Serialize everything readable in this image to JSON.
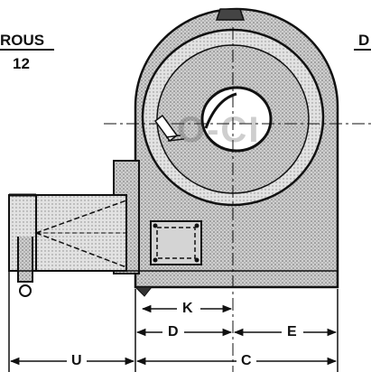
{
  "header": {
    "left_word": "ROUS",
    "left_number": "12",
    "right_letter": "D"
  },
  "watermark": "O-CI",
  "dimensions": {
    "k": "K",
    "d": "D",
    "e": "E",
    "u": "U",
    "c": "C"
  },
  "colors": {
    "ink": "#111111",
    "shading": "#b8b8b8",
    "paper": "#ffffff"
  }
}
